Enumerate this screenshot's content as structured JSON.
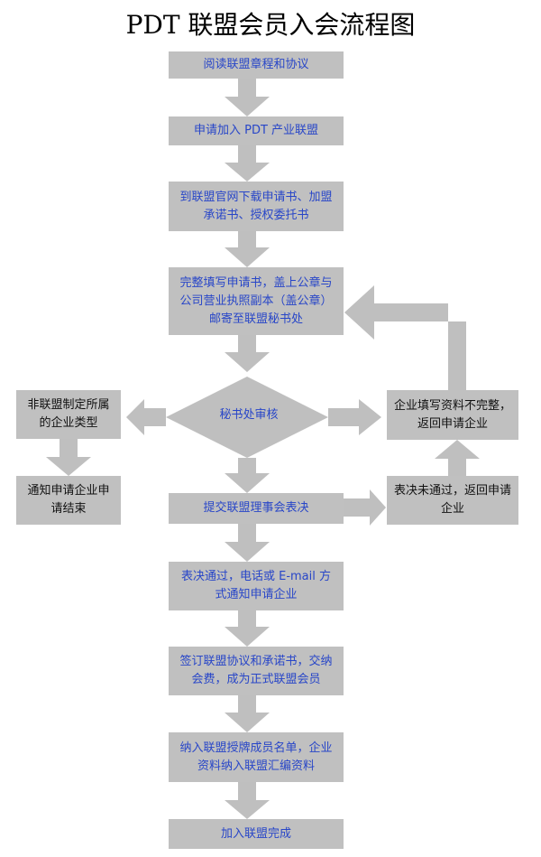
{
  "title": "PDT 联盟会员入会流程图",
  "steps": {
    "s1": "阅读联盟章程和协议",
    "s2": "申请加入 PDT 产业联盟",
    "s3": "到联盟官网下载申请书、加盟承诺书、授权委托书",
    "s4": "完整填写申请书，盖上公章与公司营业执照副本（盖公章）邮寄至联盟秘书处",
    "review": "秘书处审核",
    "s5": "提交联盟理事会表决",
    "s6": "表决通过，电话或 E-mail 方式通知申请企业",
    "s7": "签订联盟协议和承诺书，交纳会费，成为正式联盟会员",
    "s8": "纳入联盟授牌成员名单，企业资料纳入联盟汇编资料",
    "s9": "加入联盟完成"
  },
  "side": {
    "left1": "非联盟制定所属的企业类型",
    "left2": "通知申请企业申请结束",
    "right1": "企业填写资料不完整，返回申请企业",
    "right2": "表决未通过，返回申请企业"
  },
  "colors": {
    "box": "#c0c0c0",
    "arrow": "#bfbfbf",
    "text_blue": "#2846c8",
    "text_dark": "#111111"
  }
}
